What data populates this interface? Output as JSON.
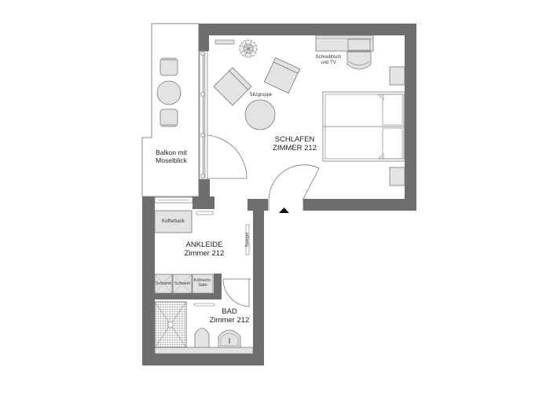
{
  "floorplan": {
    "colors": {
      "wall": "#6e6e6e",
      "furniture_fill": "#e3e3e3",
      "line": "#777777",
      "background": "#ffffff"
    },
    "rooms": {
      "schlafen": {
        "name": "SCHLAFEN",
        "number": "ZIMMER 212"
      },
      "ankleide": {
        "name": "ANKLEIDE",
        "number": "Zimmer 212"
      },
      "bad": {
        "name": "BAD",
        "number": "Zimmer 212"
      },
      "balkon": {
        "line1": "Balkon mit",
        "line2": "Moselblick"
      }
    },
    "furniture_labels": {
      "schreibtisch_line1": "Schreibtisch",
      "schreibtisch_line2": "und TV",
      "sitzgruppe": "Sitzgruppe",
      "kofferbank": "Kofferbank",
      "spiegel": "Spiegel",
      "schrank1": "Schrank",
      "schrank2": "Schrank",
      "kuehlschrank_line1": "Kühlschr.",
      "kuehlschrank_line2": "Safe"
    },
    "entrance_marker": "entrance-arrow"
  }
}
